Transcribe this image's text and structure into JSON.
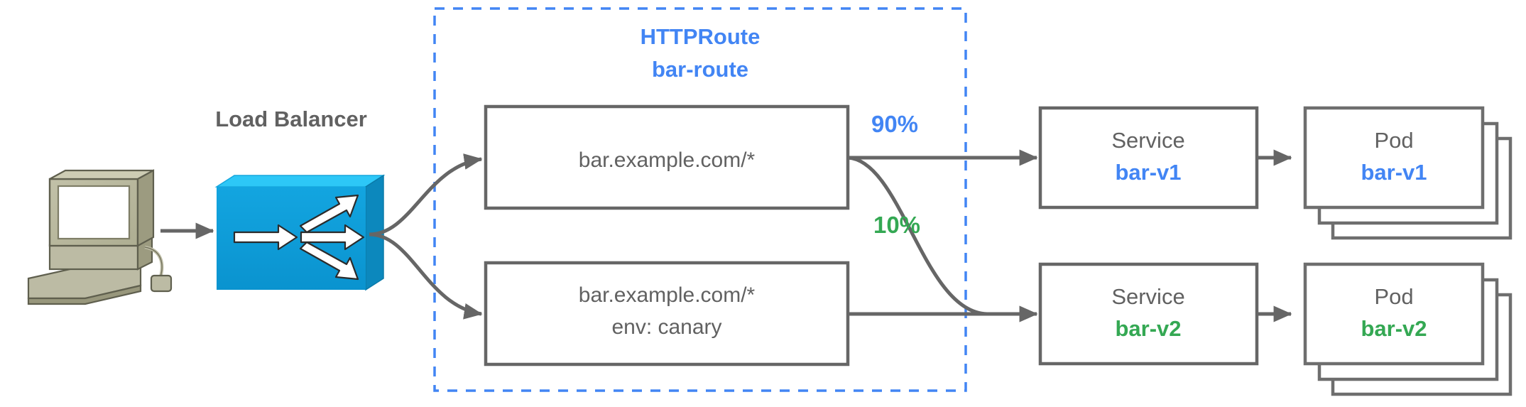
{
  "diagram": {
    "title": "Gateway API HTTPRoute canary traffic split",
    "colors": {
      "blue": "#4285f4",
      "green": "#34a853",
      "grey": "#616161",
      "stroke": "#666666",
      "router_front": "#0b9ad8",
      "router_top": "#00b9f2",
      "router_side": "#0b86bd",
      "computer_body": "#b5b49a",
      "computer_shade": "#9b9a80"
    },
    "client": {
      "icon": "desktop-computer-icon"
    },
    "load_balancer": {
      "label": "Load Balancer",
      "icon": "router-fanout-icon"
    },
    "httproute": {
      "kind_label": "HTTPRoute",
      "name_label": "bar-route"
    },
    "rules": [
      {
        "id": "rule-primary",
        "lines": [
          "bar.example.com/*"
        ],
        "weight_label": "90%",
        "weight_color": "blue"
      },
      {
        "id": "rule-canary",
        "lines": [
          "bar.example.com/*",
          "env: canary"
        ],
        "weight_label": "10%",
        "weight_color": "green"
      }
    ],
    "services": [
      {
        "kind_label": "Service",
        "name_label": "bar-v1",
        "color": "blue"
      },
      {
        "kind_label": "Service",
        "name_label": "bar-v2",
        "color": "green"
      }
    ],
    "pods": [
      {
        "kind_label": "Pod",
        "name_label": "bar-v1",
        "color": "blue",
        "stack_count": 3
      },
      {
        "kind_label": "Pod",
        "name_label": "bar-v2",
        "color": "green",
        "stack_count": 3
      }
    ]
  }
}
